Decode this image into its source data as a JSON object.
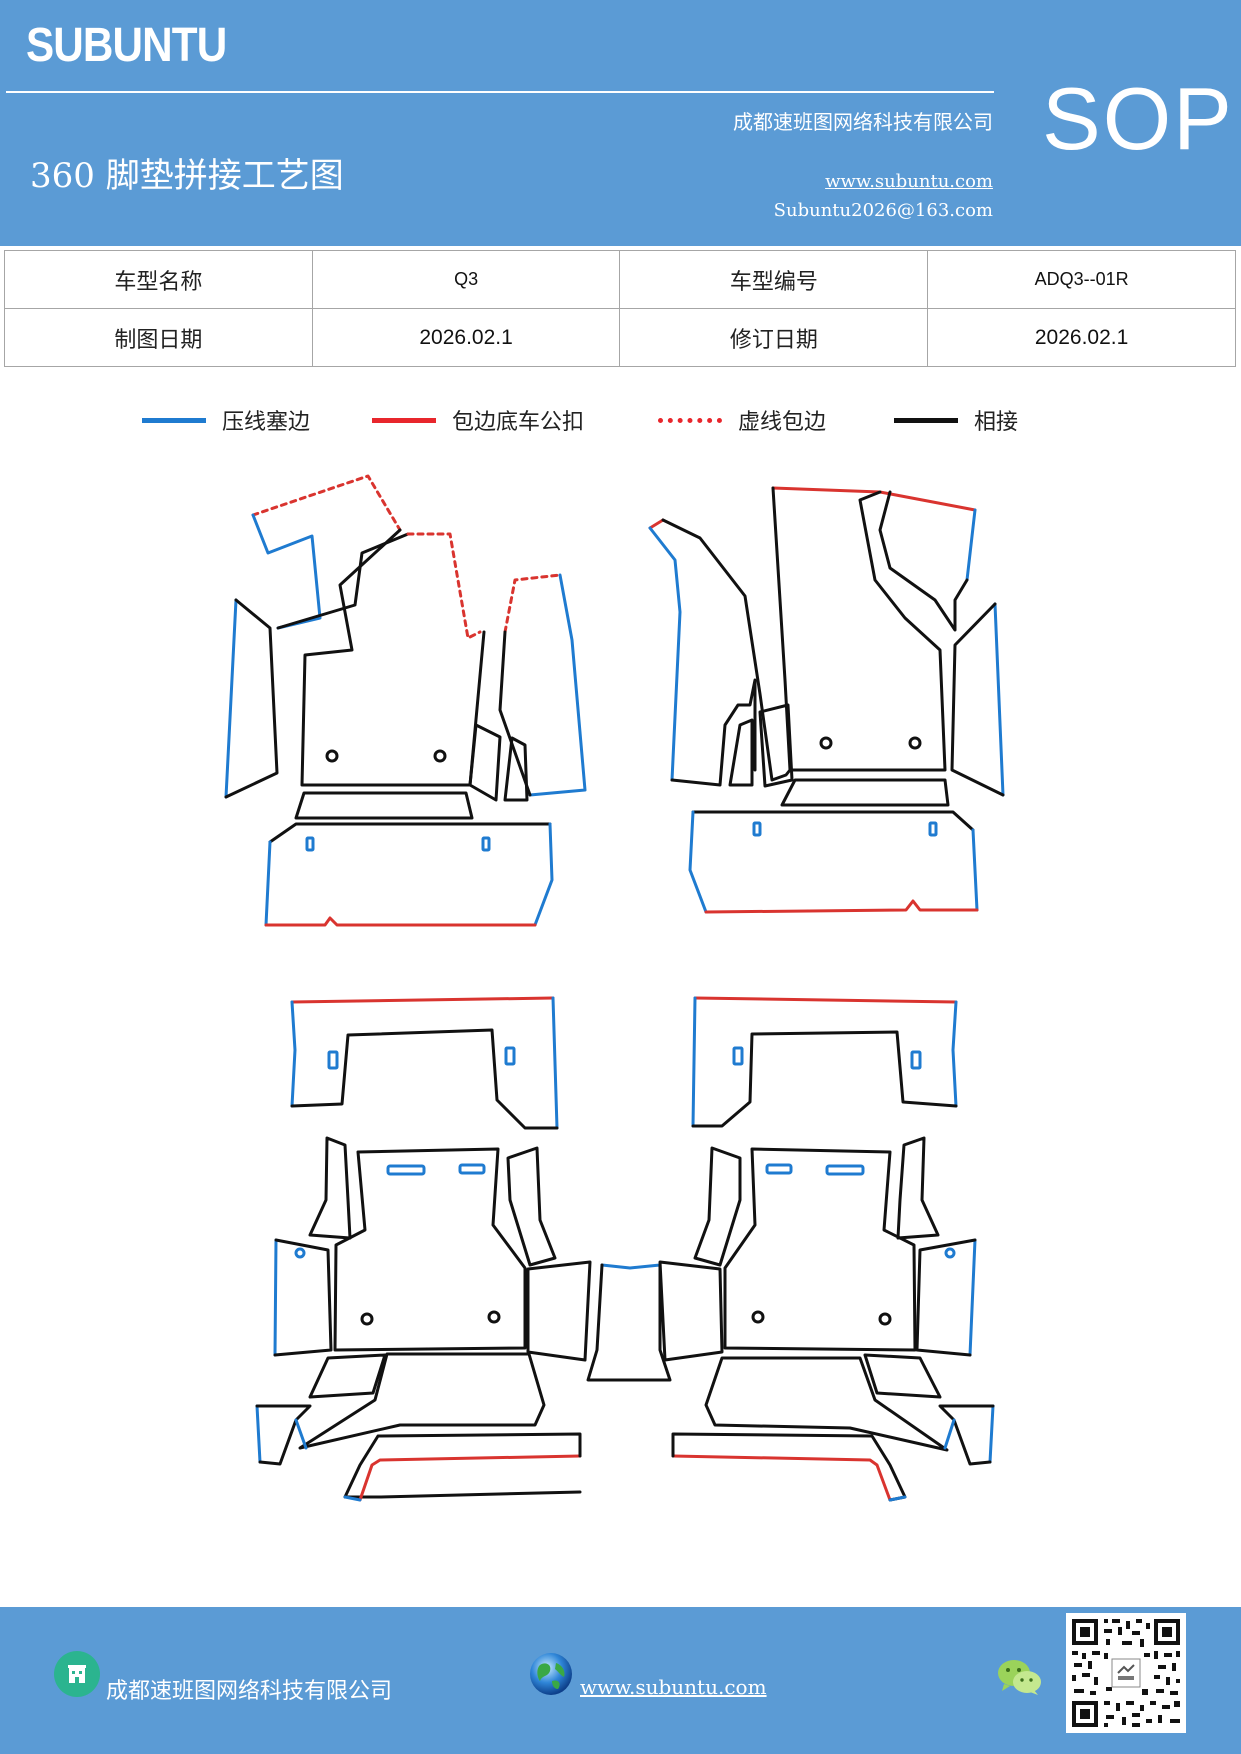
{
  "header": {
    "brand": "SUBUNTU",
    "company": "成都速班图网络科技有限公司",
    "title": "360 脚垫拼接工艺图",
    "website": "www.subuntu.com",
    "email": "Subuntu2026@163.com",
    "sop": "SOP"
  },
  "info": {
    "model_name_label": "车型名称",
    "model_name": "Q3",
    "model_code_label": "车型编号",
    "model_code": "ADQ3--01R",
    "draw_date_label": "制图日期",
    "draw_date": "2026.02.1",
    "revise_date_label": "修订日期",
    "revise_date": "2026.02.1"
  },
  "legend": [
    {
      "label": "压线塞边",
      "color": "#1f7bd0",
      "style": "solid"
    },
    {
      "label": "包边底车公扣",
      "color": "#e8262c",
      "style": "solid"
    },
    {
      "label": "虚线包边",
      "color": "#e8262c",
      "style": "dotted"
    },
    {
      "label": "相接",
      "color": "#111111",
      "style": "solid"
    }
  ],
  "colors": {
    "header_bg": "#5b9bd5",
    "blue_line": "#1f7bd0",
    "red_line": "#e8262c",
    "black_line": "#111111"
  },
  "footer": {
    "company": "成都速班图网络科技有限公司",
    "website": "www.subuntu.com",
    "company_icon": "building-icon",
    "web_icon": "globe-icon",
    "chat_icon": "wechat-icon"
  }
}
